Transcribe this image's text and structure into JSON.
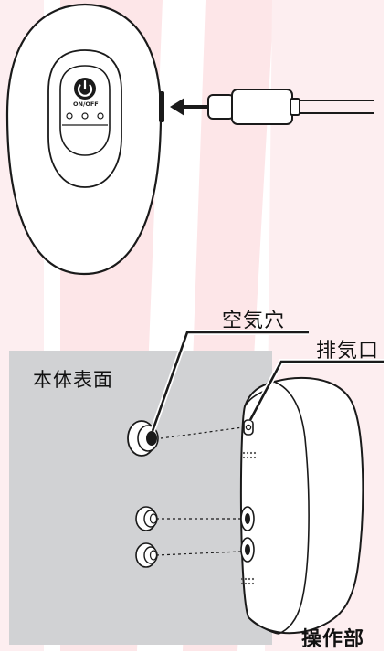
{
  "device": {
    "power_button_label": "ON/OFF"
  },
  "labels": {
    "air_hole": "空気穴",
    "exhaust_port": "排気口",
    "body_surface": "本体表面",
    "operation_part": "操作部"
  },
  "colors": {
    "watermark": "#fde9ea",
    "skin_panel": "#d1d2d4",
    "outline": "#1a1a1a"
  }
}
